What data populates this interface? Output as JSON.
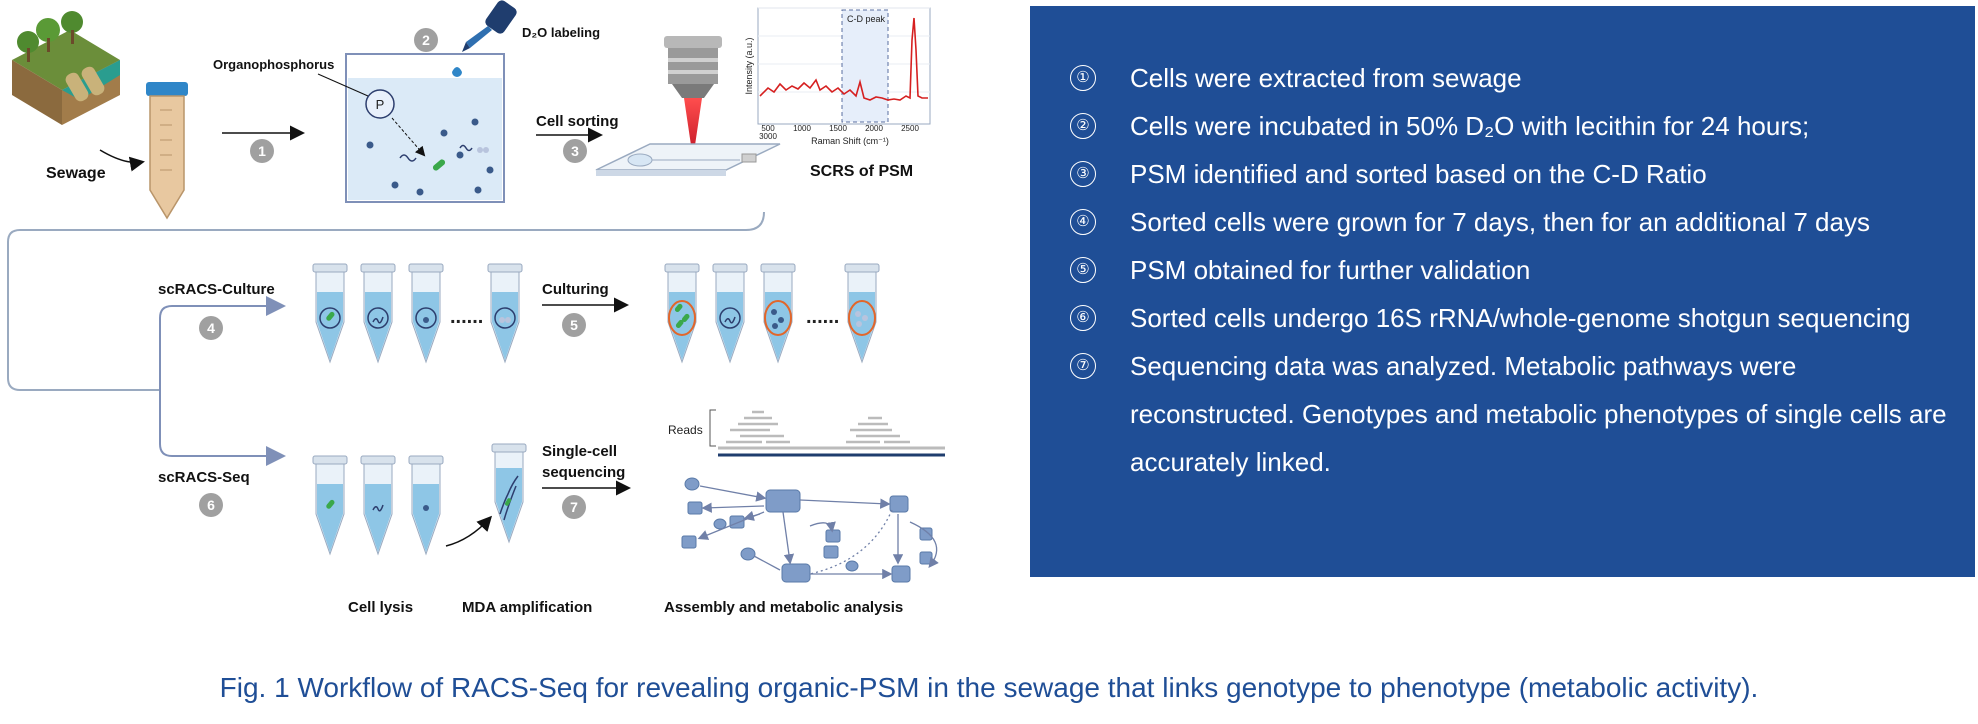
{
  "diagram": {
    "labels": {
      "sewage": "Sewage",
      "organophosphorus": "Organophosphorus",
      "p_marker": "P",
      "d2o_labeling": "D₂O labeling",
      "cell_sorting": "Cell sorting",
      "scrs_of_psm": "SCRS of PSM",
      "scracs_culture": "scRACS-Culture",
      "culturing": "Culturing",
      "scracs_seq": "scRACS-Seq",
      "single_cell_line1": "Single-cell",
      "single_cell_line2": "sequencing",
      "cell_lysis": "Cell lysis",
      "mda_amplification": "MDA amplification",
      "assembly": "Assembly and metabolic analysis",
      "reads": "Reads"
    },
    "step_numbers": [
      "1",
      "2",
      "3",
      "4",
      "5",
      "6",
      "7"
    ],
    "spectrum": {
      "title": "C-D peak",
      "ylabel": "Intensity (a.u.)",
      "xlabel": "Raman Shift (cm⁻¹)",
      "ticks": [
        "500",
        "1000",
        "1500",
        "2000",
        "2500",
        "3000"
      ]
    },
    "dots": "......"
  },
  "panel": {
    "items": [
      {
        "num": "①",
        "text": "Cells were extracted from sewage"
      },
      {
        "num": "②",
        "text": "Cells were incubated in 50% D₂O with lecithin for 24 hours;"
      },
      {
        "num": "③",
        "text": "PSM identified and sorted based on the C-D Ratio"
      },
      {
        "num": "④",
        "text": "Sorted cells were grown for 7 days, then for an additional 7 days"
      },
      {
        "num": "⑤",
        "text": "PSM obtained for further validation"
      },
      {
        "num": "⑥",
        "text": "Sorted cells undergo 16S rRNA/whole-genome shotgun sequencing"
      },
      {
        "num": "⑦",
        "text": "Sequencing data was analyzed. Metabolic pathways were reconstructed. Genotypes and metabolic phenotypes of single cells are accurately linked."
      }
    ]
  },
  "caption": "Fig. 1 Workflow of RACS-Seq for revealing organic-PSM in the sewage that links genotype to phenotype (metabolic activity).",
  "colors": {
    "panel_bg": "#1f4e96",
    "caption": "#1f4e96",
    "spectrum_line": "#d62020",
    "laser": "#e0202a",
    "tube_liquid": "#8ec6e6",
    "step_circle": "#a0a0a0"
  }
}
